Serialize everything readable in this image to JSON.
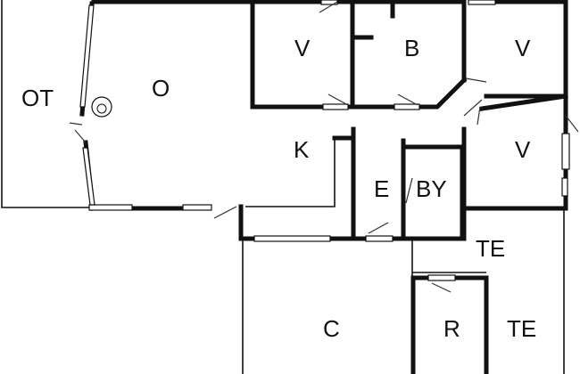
{
  "floorplan": {
    "rooms": [
      {
        "id": "ot",
        "label": "OT"
      },
      {
        "id": "o",
        "label": "O"
      },
      {
        "id": "v1",
        "label": "V"
      },
      {
        "id": "b",
        "label": "B"
      },
      {
        "id": "v2",
        "label": "V"
      },
      {
        "id": "k",
        "label": "K"
      },
      {
        "id": "v3",
        "label": "V"
      },
      {
        "id": "e",
        "label": "E"
      },
      {
        "id": "by",
        "label": "BY"
      },
      {
        "id": "te1",
        "label": "TE"
      },
      {
        "id": "c",
        "label": "C"
      },
      {
        "id": "r",
        "label": "R"
      },
      {
        "id": "te2",
        "label": "TE"
      }
    ]
  }
}
